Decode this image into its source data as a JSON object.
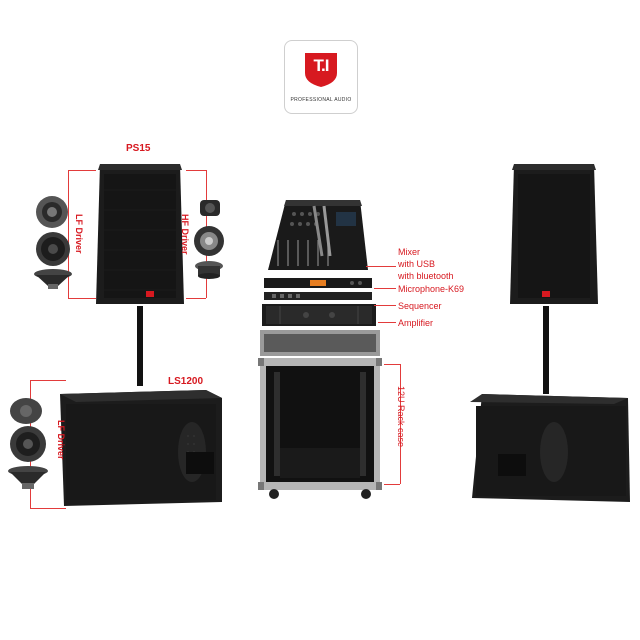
{
  "brand": {
    "logo_mark": "T.I",
    "tagline": "PROFESSIONAL AUDIO",
    "color": "#d71920"
  },
  "left_top_speaker": {
    "model": "PS15",
    "left_drivers_label": "LF Driver",
    "right_drivers_label": "HF Driver"
  },
  "left_sub": {
    "model": "LS1200",
    "drivers_label": "LF Driver"
  },
  "rack": {
    "components": [
      {
        "label_lines": [
          "Mixer",
          "with USB",
          "with bluetooth"
        ]
      },
      {
        "label_lines": [
          "Microphone-K69"
        ]
      },
      {
        "label_lines": [
          "Sequencer"
        ]
      },
      {
        "label_lines": [
          "Amplifier"
        ]
      }
    ],
    "case_label": "12U Rack case"
  },
  "colors": {
    "accent": "#d71920",
    "cabinet": "#1a1a1a"
  }
}
